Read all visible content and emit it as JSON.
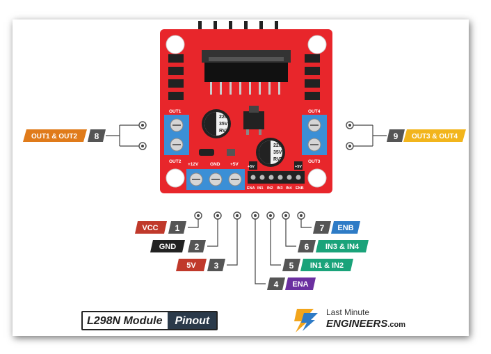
{
  "board_silkscreen": {
    "out1": "OUT1",
    "out2": "OUT2",
    "out3": "OUT3",
    "out4": "OUT4",
    "v12": "+12V",
    "gnd": "GND",
    "v5": "+5V",
    "v5_left": "+5V",
    "v5_right": "+5V",
    "ena": "ENA",
    "in1": "IN1",
    "in2": "IN2",
    "in3": "IN3",
    "in4": "IN4",
    "enb": "ENB",
    "cap_line1": "220",
    "cap_line2": "35V",
    "cap_line3": "RVT"
  },
  "pins": [
    {
      "num": "1",
      "label": "VCC",
      "color": "#c0392b"
    },
    {
      "num": "2",
      "label": "GND",
      "color": "#222222"
    },
    {
      "num": "3",
      "label": "5V",
      "color": "#c0392b"
    },
    {
      "num": "4",
      "label": "ENA",
      "color": "#6b2fa0"
    },
    {
      "num": "5",
      "label": "IN1 & IN2",
      "color": "#1aa37a"
    },
    {
      "num": "6",
      "label": "IN3 & IN4",
      "color": "#1aa37a"
    },
    {
      "num": "7",
      "label": "ENB",
      "color": "#2e7bc6"
    },
    {
      "num": "8",
      "label": "OUT1 & OUT2",
      "color": "#e07b1a"
    },
    {
      "num": "9",
      "label": "OUT3 & OUT4",
      "color": "#f2b51c"
    }
  ],
  "title": {
    "main": "L298N Module",
    "sub": "Pinout"
  },
  "brand": {
    "line1": "Last Minute",
    "line2": "ENGINEERS",
    "suffix": ".com",
    "accent": "#f2a51c"
  },
  "colors": {
    "board": "#e8262b",
    "terminal": "#3b8fd6",
    "badge": "#555555"
  }
}
